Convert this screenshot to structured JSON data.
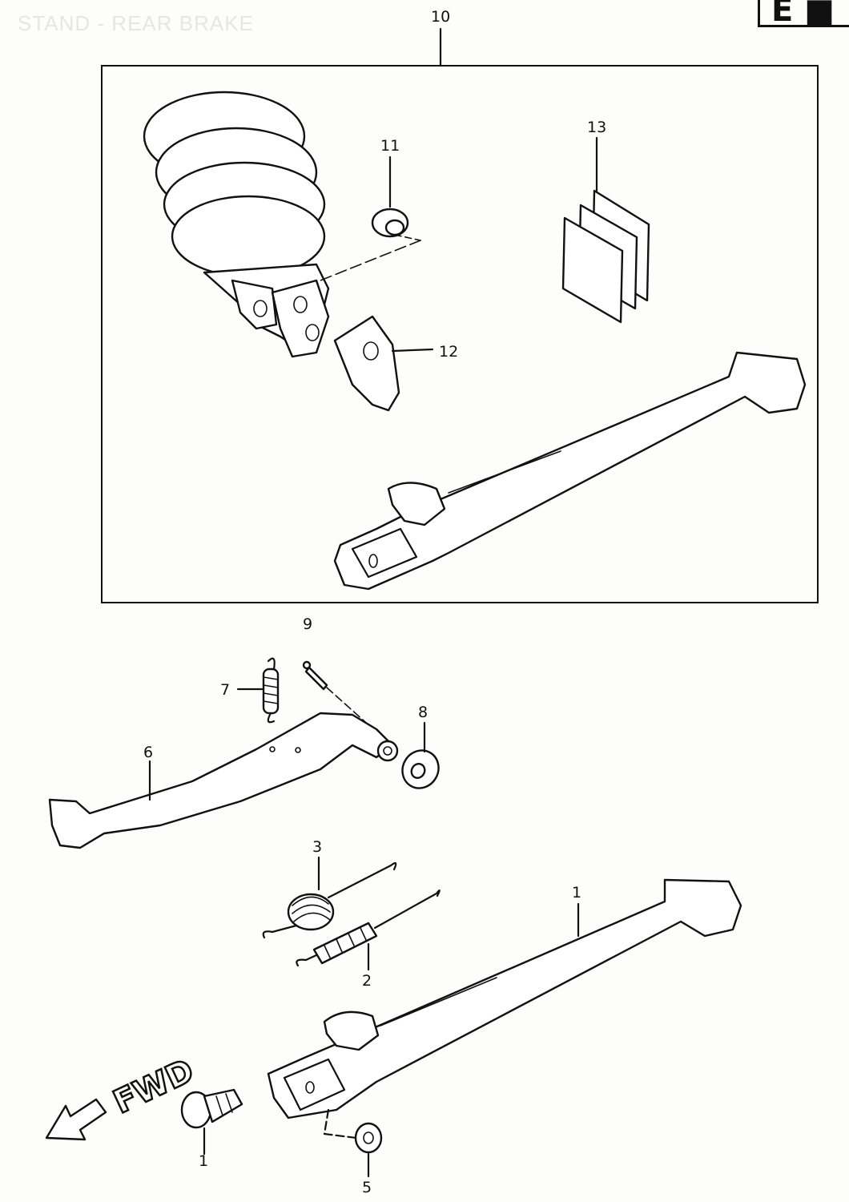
{
  "header": {
    "title": "STAND - REAR BRAKE",
    "section_letter": "E"
  },
  "callouts": {
    "p1_stand": "1",
    "p1_bolt": "1",
    "p2": "2",
    "p3": "3",
    "p5": "5",
    "p6": "6",
    "p7": "7",
    "p8": "8",
    "p9": "9",
    "p10": "10",
    "p11": "11",
    "p12": "12",
    "p13": "13"
  },
  "direction_label": "FWD"
}
